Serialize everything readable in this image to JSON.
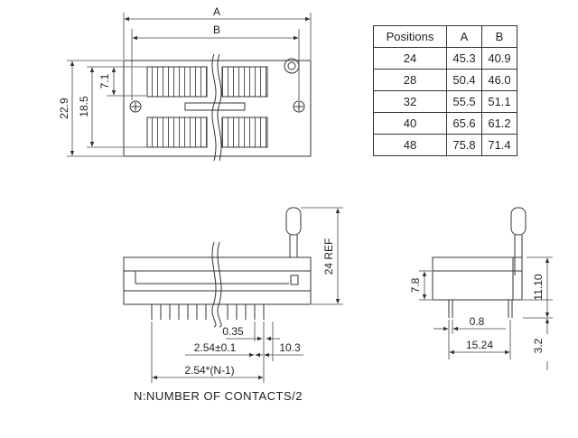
{
  "top_view": {
    "dim_a": "A",
    "dim_b": "B",
    "dim_height_outer": "22.9",
    "dim_height_inner": "18.5",
    "dim_pin_offset": "7.1"
  },
  "front_view": {
    "dim_ref": "24 REF",
    "dim_pin_width": "0.35",
    "dim_pitch": "2.54±0.1",
    "dim_row": "10.3",
    "dim_total": "2.54*(N-1)"
  },
  "side_view": {
    "dim_body": "7.8",
    "dim_height": "11.10",
    "dim_pin": "0.8",
    "dim_spacing": "15.24",
    "dim_pin_length": "3.2"
  },
  "table": {
    "headers": [
      "Positions",
      "A",
      "B"
    ],
    "rows": [
      [
        "24",
        "45.3",
        "40.9"
      ],
      [
        "28",
        "50.4",
        "46.0"
      ],
      [
        "32",
        "55.5",
        "51.1"
      ],
      [
        "40",
        "65.6",
        "61.2"
      ],
      [
        "48",
        "75.8",
        "71.4"
      ]
    ]
  },
  "note": "N:NUMBER  OF  CONTACTS/2"
}
